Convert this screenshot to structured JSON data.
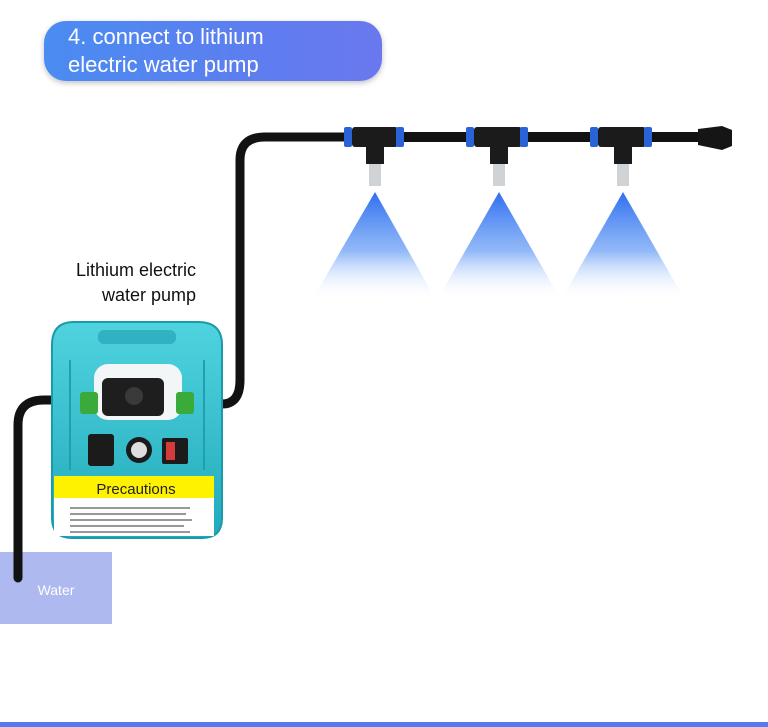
{
  "banner": {
    "line1": "4. connect to lithium",
    "line2": "electric water pump"
  },
  "pump_label": {
    "line1": "Lithium electric",
    "line2": "water pump"
  },
  "precautions_label": "Precautions",
  "water_label": "Water",
  "colors": {
    "banner": "#5d7ef0",
    "pump_body": "#2cb9c8",
    "pipe": "#121212",
    "connector": "#2a63d8",
    "spray": "#3e7cf0",
    "water": "#aeb9ef",
    "precautions_bar": "#fff200"
  },
  "nozzle_count": 3
}
